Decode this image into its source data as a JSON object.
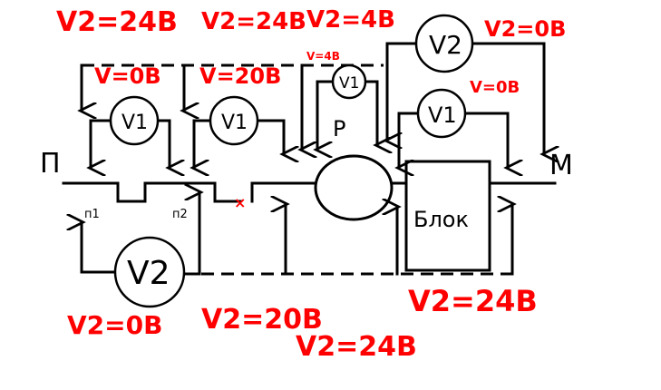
{
  "colors": {
    "wire": "#000000",
    "annotation": "#ff0000"
  },
  "labels": {
    "start": "П",
    "end": "М",
    "relay": "Р",
    "block": "Блок",
    "p1": "п1",
    "p2": "п2",
    "v1": "V1",
    "v2": "V2"
  },
  "annotations": {
    "top_left": "V2=24В",
    "top_mid": "V2=24В",
    "top_mid2": "V2=4В",
    "top_right": "V2=0В",
    "v1a": "V=0В",
    "v1b": "V=20В",
    "v1c": "V=4В",
    "v1d": "V=0В",
    "bottom_left": "V2=0В",
    "bottom_mid": "V2=20В",
    "bottom_mid2": "V2=24В",
    "bottom_right": "V2=24В"
  },
  "break_mark": "×"
}
